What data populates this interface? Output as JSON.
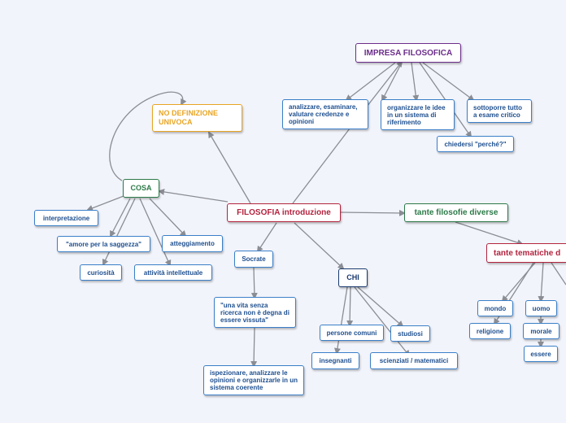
{
  "colors": {
    "background": "#f2f4fb",
    "edge": "#8a8d93",
    "blue": "#3a7fc8",
    "root": "#b3243f",
    "purple": "#6b2d8a",
    "orange": "#e8a523",
    "green": "#2c7a48",
    "navy": "#1a3a6e"
  },
  "nodes": {
    "root": "FILOSOFIA introduzione",
    "impresa": "IMPRESA FILOSOFICA",
    "analizzare": "analizzare, esaminare, valutare credenze e opinioni",
    "organizzare": "organizzare le idee in un sistema di riferimento",
    "sottoporre": "sottoporre tutto a esame critico",
    "chiedersi": "chiedersi \"perché?\"",
    "no_definizione": "NO DEFINIZIONE UNIVOCA",
    "cosa": "COSA",
    "interpretazione": "interpretazione",
    "amore": "\"amore per la saggezza\"",
    "atteggiamento": "atteggiamento",
    "curiosita": "curiosità",
    "attivita": "attività intellettuale",
    "socrate": "Socrate",
    "vita": "\"una vita senza ricerca non è degna di essere vissuta\"",
    "ispezionare": "ispezionare, analizzare le opinioni e organizzarle in un sistema coerente",
    "chi": "CHI",
    "persone": "persone comuni",
    "studiosi": "studiosi",
    "insegnanti": "insegnanti",
    "scienziati": "scienziati / matematici",
    "tante_filosofie": "tante filosofie diverse",
    "tante_tematiche": "tante tematiche d",
    "mondo": "mondo",
    "uomo": "uomo",
    "religione": "religione",
    "morale": "morale",
    "essere": "essere"
  }
}
